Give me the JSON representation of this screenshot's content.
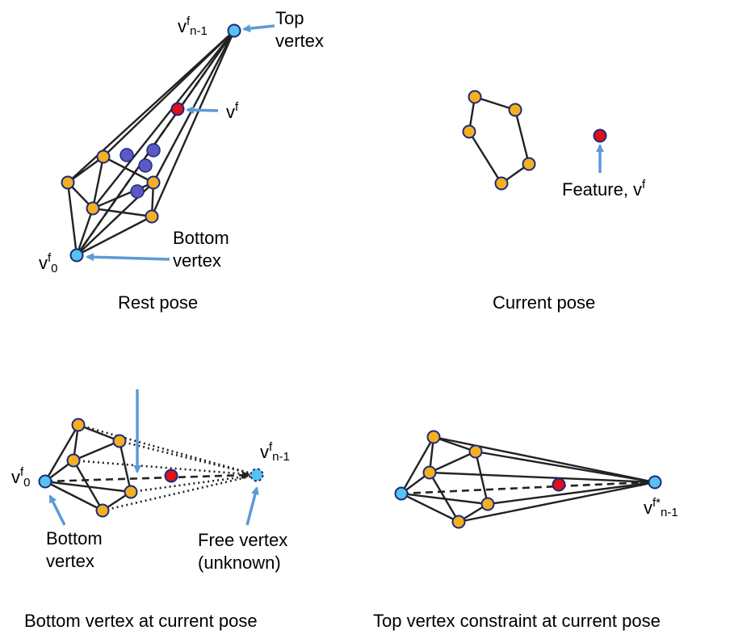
{
  "colors": {
    "background": "#ffffff",
    "edge": "#222222",
    "vertex_yellow": "#f5b021",
    "vertex_blue": "#55c3ef",
    "vertex_outline": "#1d2a7a",
    "feature_red": "#e0101c",
    "interior_purple": "#5b59c6",
    "arrow": "#5b9bd5"
  },
  "panels": {
    "rest": {
      "caption": "Rest pose",
      "top_vertex_label": [
        "Top",
        "vertex"
      ],
      "bottom_vertex_label": [
        "Bottom",
        "vertex"
      ],
      "vf": {
        "base": "v",
        "sup": "f"
      },
      "vf_n1": {
        "base": "v",
        "sup": "f",
        "sub": "n-1"
      },
      "vf_0": {
        "base": "v",
        "sup": "f",
        "sub": "0"
      }
    },
    "current": {
      "caption": "Current pose",
      "feature_label": {
        "base": "Feature, v",
        "sup": "f"
      }
    },
    "bottom": {
      "caption": "Bottom vertex at current pose",
      "vf_0": {
        "base": "v",
        "sup": "f",
        "sub": "0"
      },
      "vf_n1": {
        "base": "v",
        "sup": "f",
        "sub": "n-1"
      },
      "bottom_vertex_label": [
        "Bottom",
        "vertex"
      ],
      "free_vertex_label": [
        "Free vertex",
        "(unknown)"
      ]
    },
    "top": {
      "caption": "Top vertex constraint at current pose",
      "vf_star_n1": {
        "base": "v",
        "sup": "f*",
        "sub": "n-1"
      }
    }
  }
}
